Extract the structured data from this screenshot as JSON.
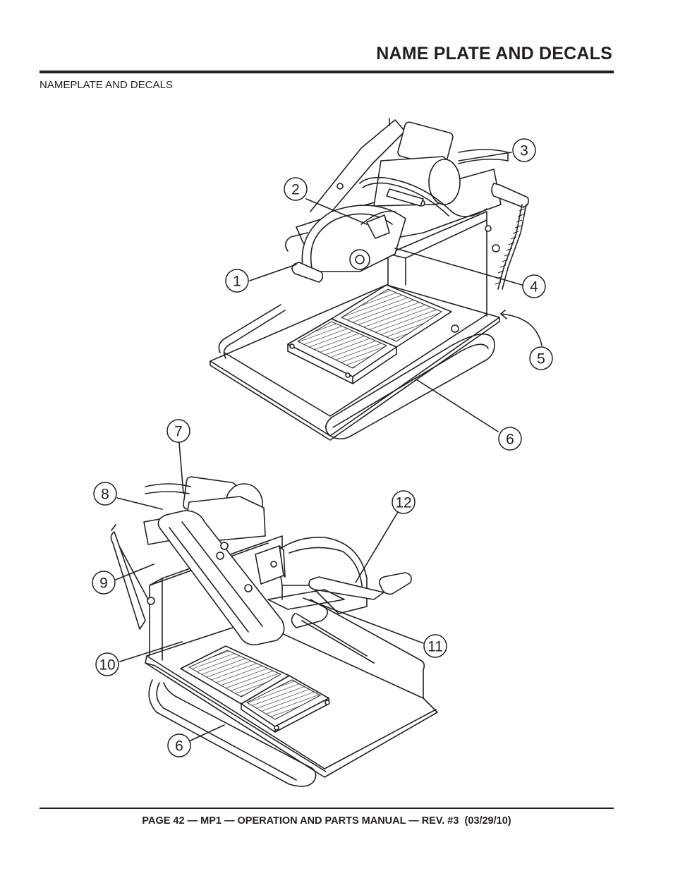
{
  "header": {
    "title": "NAME PLATE AND DECALS",
    "subtitle": "NAMEPLATE AND DECALS"
  },
  "callouts": {
    "c1": "1",
    "c2": "2",
    "c3": "3",
    "c4": "4",
    "c5": "5",
    "c6a": "6",
    "c7": "7",
    "c8": "8",
    "c9": "9",
    "c10": "10",
    "c11": "11",
    "c12": "12",
    "c6b": "6"
  },
  "footer": {
    "text": "PAGE 42 — MP1 — OPERATION AND PARTS MANUAL — REV. #3  (03/29/10)"
  }
}
